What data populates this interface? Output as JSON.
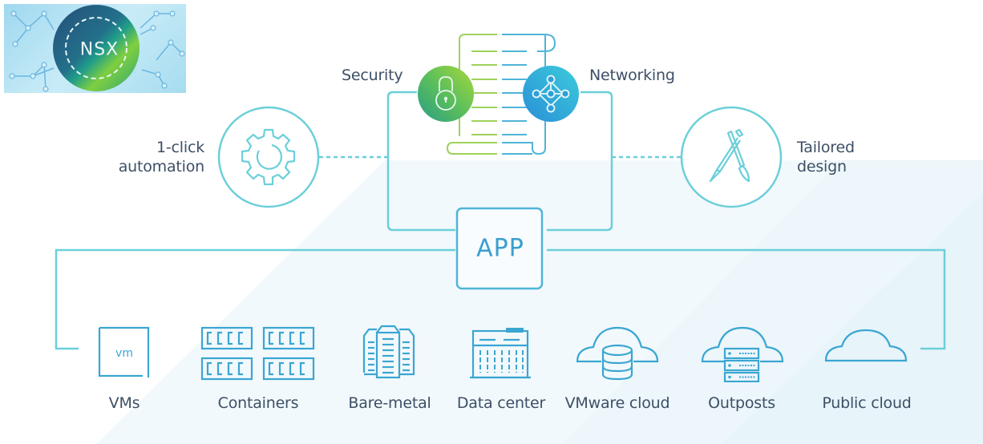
{
  "logo": {
    "text": "NSX"
  },
  "top": {
    "security_label": "Security",
    "networking_label": "Networking"
  },
  "features": {
    "left": {
      "line1": "1-click",
      "line2": "automation",
      "icon": "gear-icon"
    },
    "right": {
      "line1": "Tailored",
      "line2": "design",
      "icon": "brushes-icon"
    }
  },
  "center": {
    "app_label": "APP"
  },
  "platforms": [
    {
      "label": "VMs",
      "icon": "vm-icon",
      "icon_text": "vm"
    },
    {
      "label": "Containers",
      "icon": "containers-icon"
    },
    {
      "label": "Bare-metal",
      "icon": "bare-metal-icon"
    },
    {
      "label": "Data center",
      "icon": "data-center-icon"
    },
    {
      "label": "VMware cloud",
      "icon": "vmware-cloud-icon"
    },
    {
      "label": "Outposts",
      "icon": "outposts-icon"
    },
    {
      "label": "Public cloud",
      "icon": "public-cloud-icon"
    }
  ],
  "colors": {
    "line": "#6ccfd9",
    "icon": "#3aa6d2",
    "text": "#3d4f66",
    "security_green": "#5cbf5a",
    "networking_blue": "#2fa3dc"
  }
}
